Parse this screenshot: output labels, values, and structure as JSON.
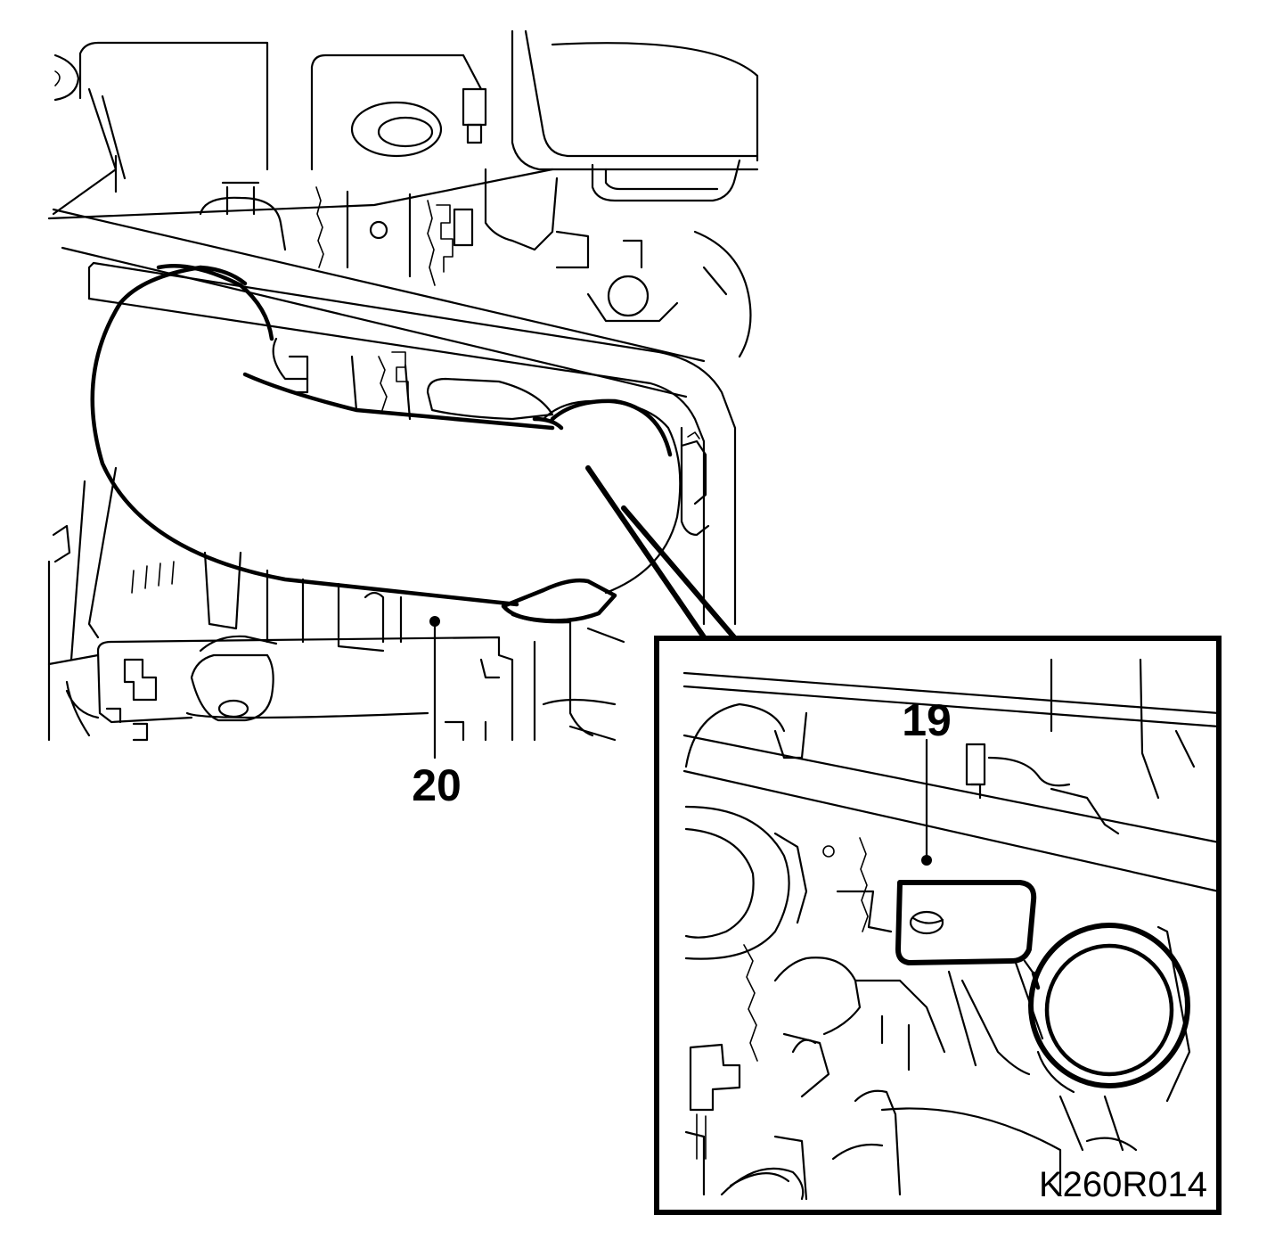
{
  "callouts": [
    {
      "id": "19",
      "label": "19"
    },
    {
      "id": "20",
      "label": "20"
    }
  ],
  "figure_code": "K260R014",
  "colors": {
    "ink": "#000000",
    "paper": "#ffffff"
  }
}
